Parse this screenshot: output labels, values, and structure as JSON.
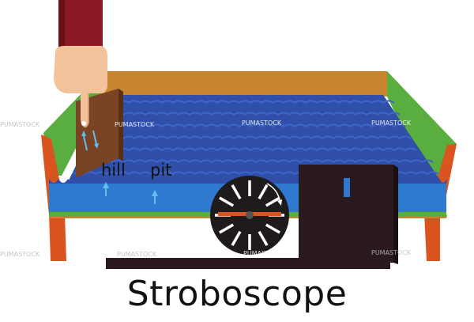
{
  "caption": "Stroboscope",
  "labels": {
    "hill": "hill",
    "pit": "pit"
  },
  "watermarks": [
    "PUMASTOCK",
    "PUMASTOCK",
    "PUMASTOCK",
    "PUMASTOCK",
    "PUMASTOCK",
    "PUMASTOCK",
    "PUMASTOCK",
    "PUMASTOCK"
  ],
  "colors": {
    "tank_back": "#c8852f",
    "tank_side": "#5aad3f",
    "tank_frame": "#d9541f",
    "water_surface": "#2f4fa8",
    "water_front": "#2f79d0",
    "device": "#2a1a1e",
    "strobe_disc": "#1f1a1c",
    "sleeve": "#8b1a24",
    "hand": "#f2c39a",
    "paddle": "#7a4424",
    "arrow": "#5fc0f0"
  },
  "icons": [
    "hand-icon",
    "arrow-up-icon",
    "strobe-disc-icon",
    "light-source-icon",
    "paddle-icon"
  ]
}
